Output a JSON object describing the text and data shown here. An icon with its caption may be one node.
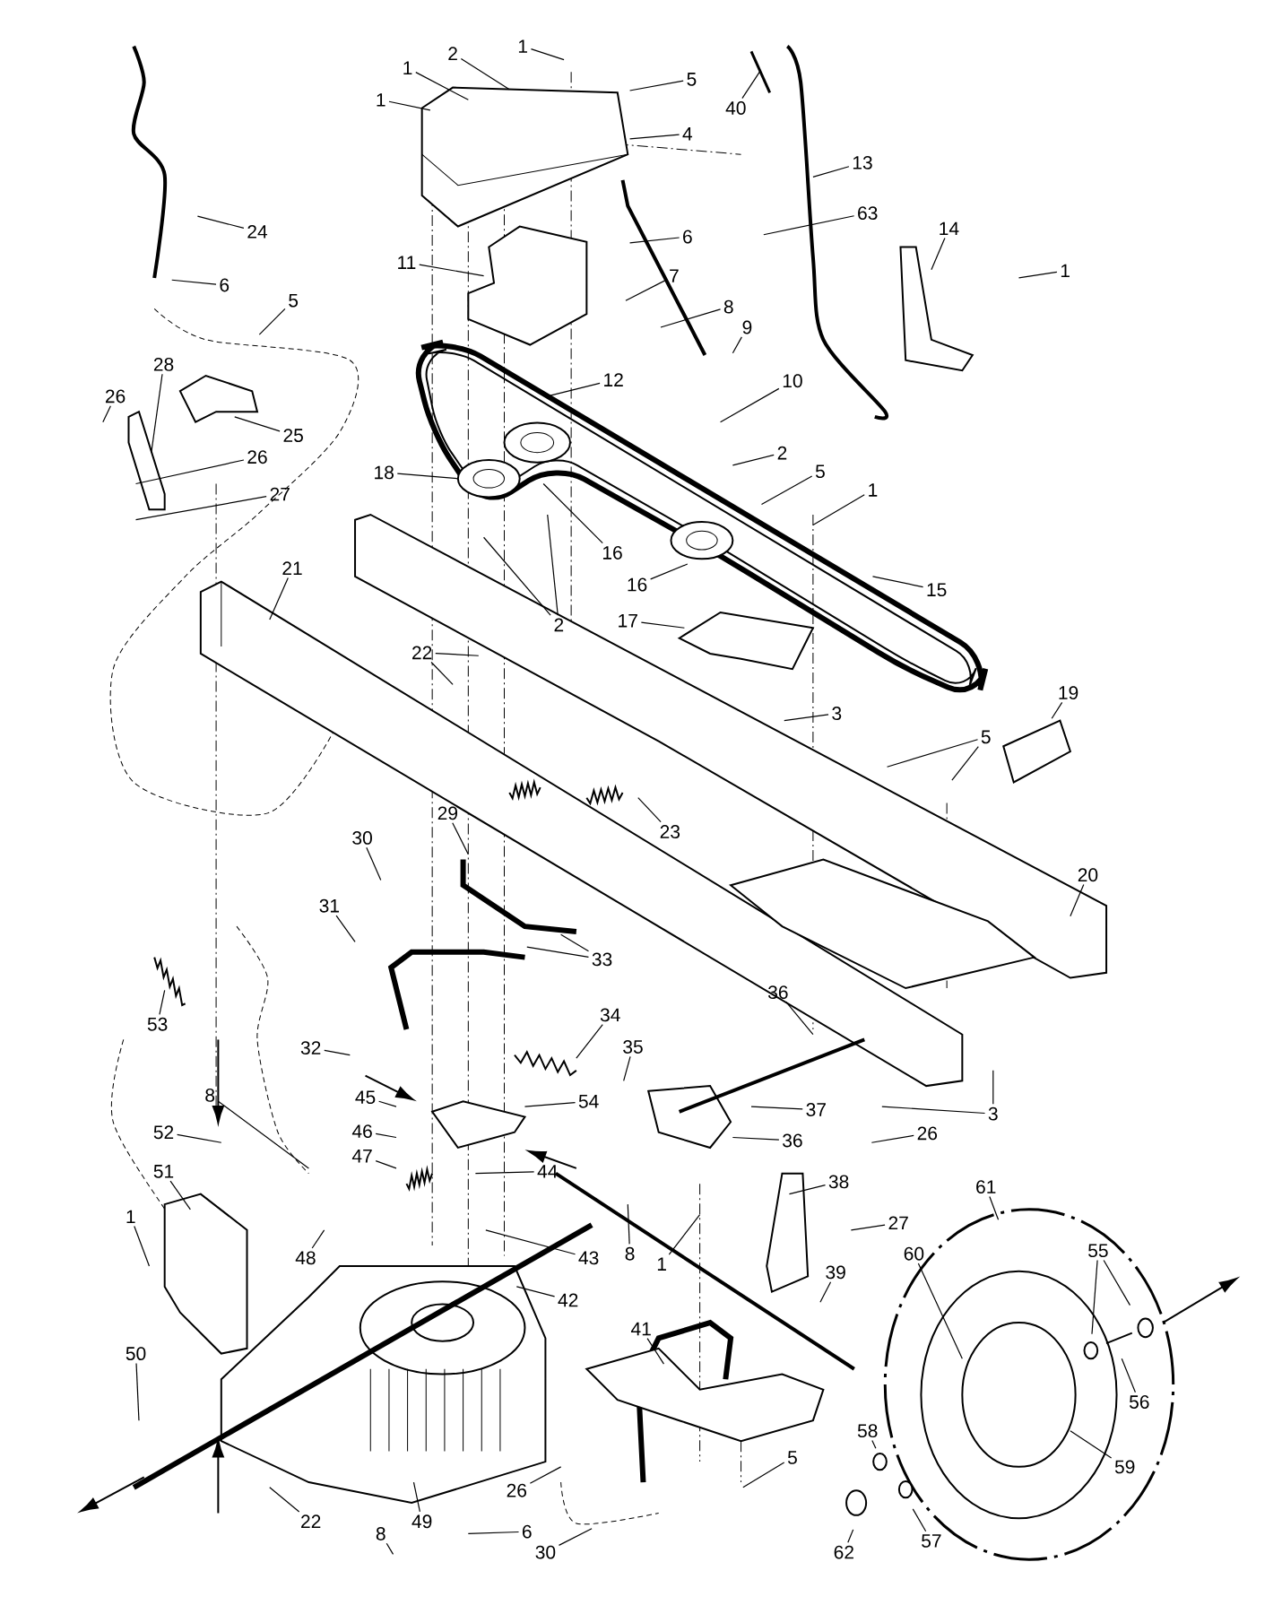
{
  "diagram": {
    "nodes": [
      {
        "text": [
          "1"
        ]
      },
      {
        "text": [
          "2"
        ]
      },
      {
        "text": [
          "1"
        ]
      },
      {
        "text": [
          "5"
        ]
      },
      {
        "text": [
          "1"
        ]
      },
      {
        "text": [
          "40"
        ]
      },
      {
        "text": [
          "4"
        ]
      },
      {
        "text": [
          "13"
        ]
      },
      {
        "text": [
          "63"
        ]
      },
      {
        "text": [
          "24"
        ]
      },
      {
        "text": [
          "6"
        ]
      },
      {
        "text": [
          "11"
        ]
      },
      {
        "text": [
          "14"
        ]
      },
      {
        "text": [
          "1"
        ]
      },
      {
        "text": [
          "7"
        ]
      },
      {
        "text": [
          "6"
        ]
      },
      {
        "text": [
          "5"
        ]
      },
      {
        "text": [
          "8"
        ]
      },
      {
        "text": [
          "9"
        ]
      },
      {
        "text": [
          "28"
        ]
      },
      {
        "text": [
          "12"
        ]
      },
      {
        "text": [
          "10"
        ]
      },
      {
        "text": [
          "26"
        ]
      },
      {
        "text": [
          "25"
        ]
      },
      {
        "text": [
          "2"
        ]
      },
      {
        "text": [
          "26"
        ]
      },
      {
        "text": [
          "5"
        ]
      },
      {
        "text": [
          "18"
        ]
      },
      {
        "text": [
          "1"
        ]
      },
      {
        "text": [
          "27"
        ]
      },
      {
        "text": [
          "16"
        ]
      },
      {
        "text": [
          "21"
        ]
      },
      {
        "text": [
          "16"
        ]
      },
      {
        "text": [
          "15"
        ]
      },
      {
        "text": [
          "17"
        ]
      },
      {
        "text": [
          "2"
        ]
      },
      {
        "text": [
          "22"
        ]
      },
      {
        "text": [
          "19"
        ]
      },
      {
        "text": [
          "3"
        ]
      },
      {
        "text": [
          "5"
        ]
      },
      {
        "text": [
          "29"
        ]
      },
      {
        "text": [
          "23"
        ]
      },
      {
        "text": [
          "30"
        ]
      },
      {
        "text": [
          "20"
        ]
      },
      {
        "text": [
          "31"
        ]
      },
      {
        "text": [
          "33"
        ]
      },
      {
        "text": [
          "36"
        ]
      },
      {
        "text": [
          "34"
        ]
      },
      {
        "text": [
          "53"
        ]
      },
      {
        "text": [
          "32"
        ]
      },
      {
        "text": [
          "35"
        ]
      },
      {
        "text": [
          "54"
        ]
      },
      {
        "text": [
          "8"
        ]
      },
      {
        "text": [
          "45"
        ]
      },
      {
        "text": [
          "37"
        ]
      },
      {
        "text": [
          "3"
        ]
      },
      {
        "text": [
          "46"
        ]
      },
      {
        "text": [
          "26"
        ]
      },
      {
        "text": [
          "52"
        ]
      },
      {
        "text": [
          "36"
        ]
      },
      {
        "text": [
          "47"
        ]
      },
      {
        "text": [
          "44"
        ]
      },
      {
        "text": [
          "51"
        ]
      },
      {
        "text": [
          "38"
        ]
      },
      {
        "text": [
          "61"
        ]
      },
      {
        "text": [
          "1"
        ]
      },
      {
        "text": [
          "27"
        ]
      },
      {
        "text": [
          "60"
        ]
      },
      {
        "text": [
          "55"
        ]
      },
      {
        "text": [
          "8"
        ]
      },
      {
        "text": [
          "48"
        ]
      },
      {
        "text": [
          "43"
        ]
      },
      {
        "text": [
          "1"
        ]
      },
      {
        "text": [
          "39"
        ]
      },
      {
        "text": [
          "42"
        ]
      },
      {
        "text": [
          "41"
        ]
      },
      {
        "text": [
          "50"
        ]
      },
      {
        "text": [
          "56"
        ]
      },
      {
        "text": [
          "58"
        ]
      },
      {
        "text": [
          "5"
        ]
      },
      {
        "text": [
          "59"
        ]
      },
      {
        "text": [
          "26"
        ]
      },
      {
        "text": [
          "22"
        ]
      },
      {
        "text": [
          "49"
        ]
      },
      {
        "text": [
          "57"
        ]
      },
      {
        "text": [
          "6"
        ]
      },
      {
        "text": [
          "8"
        ]
      },
      {
        "text": [
          "30"
        ]
      },
      {
        "text": [
          "62"
        ]
      }
    ],
    "edges": [
      {
        "from": 0,
        "to": null,
        "arrow": "none"
      },
      {
        "from": 1,
        "to": null,
        "arrow": "none"
      },
      {
        "from": 2,
        "to": null,
        "arrow": "none"
      },
      {
        "from": 3,
        "to": null,
        "arrow": "none"
      },
      {
        "from": 4,
        "to": null,
        "arrow": "none"
      },
      {
        "from": 5,
        "to": null,
        "arrow": "none"
      },
      {
        "from": 6,
        "to": null,
        "arrow": "none"
      },
      {
        "from": 7,
        "to": null,
        "arrow": "none"
      },
      {
        "from": 8,
        "to": null,
        "arrow": "none"
      },
      {
        "from": 9,
        "to": null,
        "arrow": "none"
      },
      {
        "from": 10,
        "to": null,
        "arrow": "none"
      },
      {
        "from": 11,
        "to": null,
        "arrow": "none"
      },
      {
        "from": 12,
        "to": null,
        "arrow": "none"
      },
      {
        "from": 13,
        "to": null,
        "arrow": "none"
      },
      {
        "from": 14,
        "to": null,
        "arrow": "none"
      },
      {
        "from": 15,
        "to": null,
        "arrow": "none"
      },
      {
        "from": 16,
        "to": null,
        "arrow": "none"
      },
      {
        "from": 17,
        "to": null,
        "arrow": "none"
      },
      {
        "from": 18,
        "to": null,
        "arrow": "none"
      },
      {
        "from": 19,
        "to": null,
        "arrow": "none"
      },
      {
        "from": 20,
        "to": null,
        "arrow": "none"
      },
      {
        "from": 21,
        "to": null,
        "arrow": "none"
      },
      {
        "from": 22,
        "to": null,
        "arrow": "none"
      },
      {
        "from": 23,
        "to": null,
        "arrow": "none"
      },
      {
        "from": 24,
        "to": null,
        "arrow": "none"
      },
      {
        "from": 25,
        "to": null,
        "arrow": "none"
      },
      {
        "from": 26,
        "to": null,
        "arrow": "none"
      },
      {
        "from": 27,
        "to": null,
        "arrow": "none"
      },
      {
        "from": 28,
        "to": null,
        "arrow": "none"
      },
      {
        "from": 29,
        "to": null,
        "arrow": "none"
      },
      {
        "from": 30,
        "to": null,
        "arrow": "none"
      },
      {
        "from": 31,
        "to": null,
        "arrow": "none"
      },
      {
        "from": 32,
        "to": null,
        "arrow": "none"
      },
      {
        "from": 33,
        "to": null,
        "arrow": "none"
      },
      {
        "from": 34,
        "to": null,
        "arrow": "none"
      },
      {
        "from": 35,
        "to": null,
        "arrow": "none"
      },
      {
        "from": 35,
        "to": null,
        "arrow": "none"
      },
      {
        "from": 36,
        "to": null,
        "arrow": "none"
      },
      {
        "from": 36,
        "to": null,
        "arrow": "none"
      },
      {
        "from": 37,
        "to": null,
        "arrow": "none"
      },
      {
        "from": 38,
        "to": null,
        "arrow": "none"
      },
      {
        "from": 39,
        "to": null,
        "arrow": "none"
      },
      {
        "from": 39,
        "to": null,
        "arrow": "none"
      },
      {
        "from": 40,
        "to": null,
        "arrow": "none"
      },
      {
        "from": 41,
        "to": null,
        "arrow": "none"
      },
      {
        "from": 42,
        "to": null,
        "arrow": "none"
      },
      {
        "from": 43,
        "to": null,
        "arrow": "none"
      },
      {
        "from": 44,
        "to": null,
        "arrow": "none"
      },
      {
        "from": 45,
        "to": null,
        "arrow": "none"
      },
      {
        "from": 45,
        "to": null,
        "arrow": "none"
      },
      {
        "from": 46,
        "to": null,
        "arrow": "none"
      },
      {
        "from": 47,
        "to": null,
        "arrow": "none"
      },
      {
        "from": 48,
        "to": null,
        "arrow": "none"
      },
      {
        "from": 49,
        "to": null,
        "arrow": "none"
      },
      {
        "from": 50,
        "to": null,
        "arrow": "none"
      },
      {
        "from": 51,
        "to": null,
        "arrow": "none"
      },
      {
        "from": 52,
        "to": null,
        "arrow": "none"
      },
      {
        "from": 53,
        "to": null,
        "arrow": "none"
      },
      {
        "from": 54,
        "to": null,
        "arrow": "none"
      },
      {
        "from": 55,
        "to": null,
        "arrow": "none"
      },
      {
        "from": 55,
        "to": null,
        "arrow": "none"
      },
      {
        "from": 56,
        "to": null,
        "arrow": "none"
      },
      {
        "from": 57,
        "to": null,
        "arrow": "none"
      },
      {
        "from": 58,
        "to": null,
        "arrow": "none"
      },
      {
        "from": 59,
        "to": null,
        "arrow": "none"
      },
      {
        "from": 60,
        "to": null,
        "arrow": "none"
      },
      {
        "from": 61,
        "to": null,
        "arrow": "none"
      },
      {
        "from": 62,
        "to": null,
        "arrow": "none"
      },
      {
        "from": 63,
        "to": null,
        "arrow": "none"
      },
      {
        "from": 64,
        "to": null,
        "arrow": "none"
      },
      {
        "from": 65,
        "to": null,
        "arrow": "none"
      },
      {
        "from": 66,
        "to": null,
        "arrow": "none"
      },
      {
        "from": 67,
        "to": null,
        "arrow": "none"
      },
      {
        "from": 68,
        "to": null,
        "arrow": "none"
      },
      {
        "from": 68,
        "to": null,
        "arrow": "none"
      },
      {
        "from": 69,
        "to": null,
        "arrow": "none"
      },
      {
        "from": 70,
        "to": null,
        "arrow": "none"
      },
      {
        "from": 71,
        "to": null,
        "arrow": "none"
      },
      {
        "from": 72,
        "to": null,
        "arrow": "none"
      },
      {
        "from": 73,
        "to": null,
        "arrow": "none"
      },
      {
        "from": 74,
        "to": null,
        "arrow": "none"
      },
      {
        "from": 75,
        "to": null,
        "arrow": "none"
      },
      {
        "from": 76,
        "to": null,
        "arrow": "none"
      },
      {
        "from": 77,
        "to": null,
        "arrow": "none"
      },
      {
        "from": 78,
        "to": null,
        "arrow": "none"
      },
      {
        "from": 79,
        "to": null,
        "arrow": "none"
      },
      {
        "from": 80,
        "to": null,
        "arrow": "none"
      },
      {
        "from": 81,
        "to": null,
        "arrow": "none"
      },
      {
        "from": 82,
        "to": null,
        "arrow": "none"
      },
      {
        "from": 83,
        "to": null,
        "arrow": "none"
      },
      {
        "from": 84,
        "to": null,
        "arrow": "none"
      },
      {
        "from": 85,
        "to": null,
        "arrow": "none"
      },
      {
        "from": 86,
        "to": null,
        "arrow": "none"
      },
      {
        "from": 87,
        "to": null,
        "arrow": "none"
      },
      {
        "from": 88,
        "to": null,
        "arrow": "none"
      }
    ]
  }
}
